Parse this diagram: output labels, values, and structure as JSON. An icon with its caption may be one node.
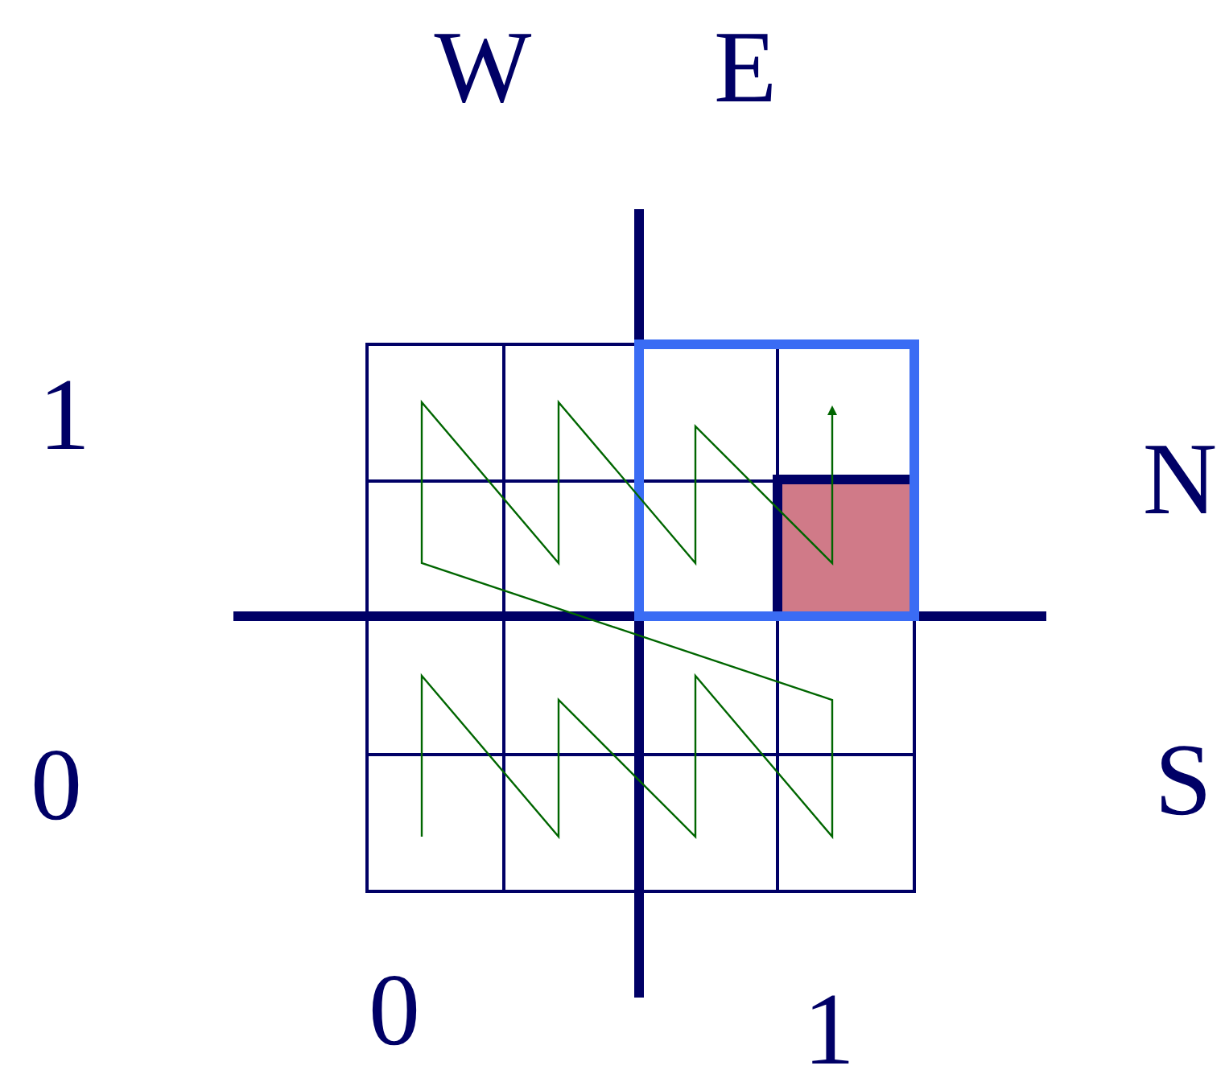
{
  "diagram": {
    "labels": [
      "W",
      "E",
      "1",
      "N",
      "0",
      "S",
      "0",
      "1"
    ]
  }
}
